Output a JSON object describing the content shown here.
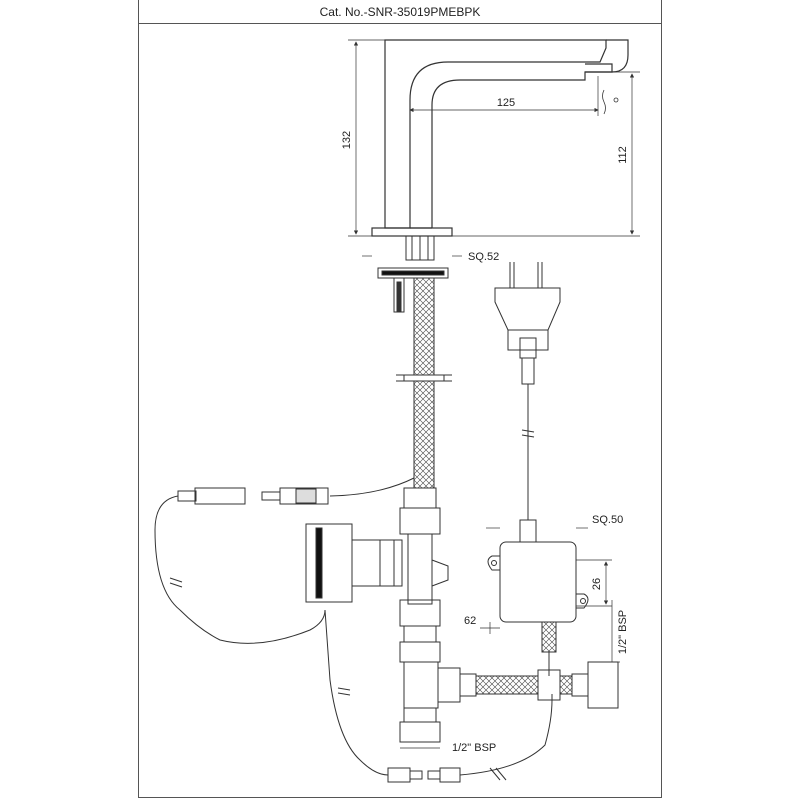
{
  "title": "Cat. No.-SNR-35019PMEBPK",
  "dimensions": {
    "height_total": "132",
    "reach": "125",
    "spout_height": "112",
    "base_square": "SQ.52",
    "box_square": "SQ.50",
    "box_height": "26",
    "box_width": "62",
    "inlet_thread_vertical": "1/2\" BSP",
    "inlet_thread_bottom": "1/2\" BSP"
  }
}
